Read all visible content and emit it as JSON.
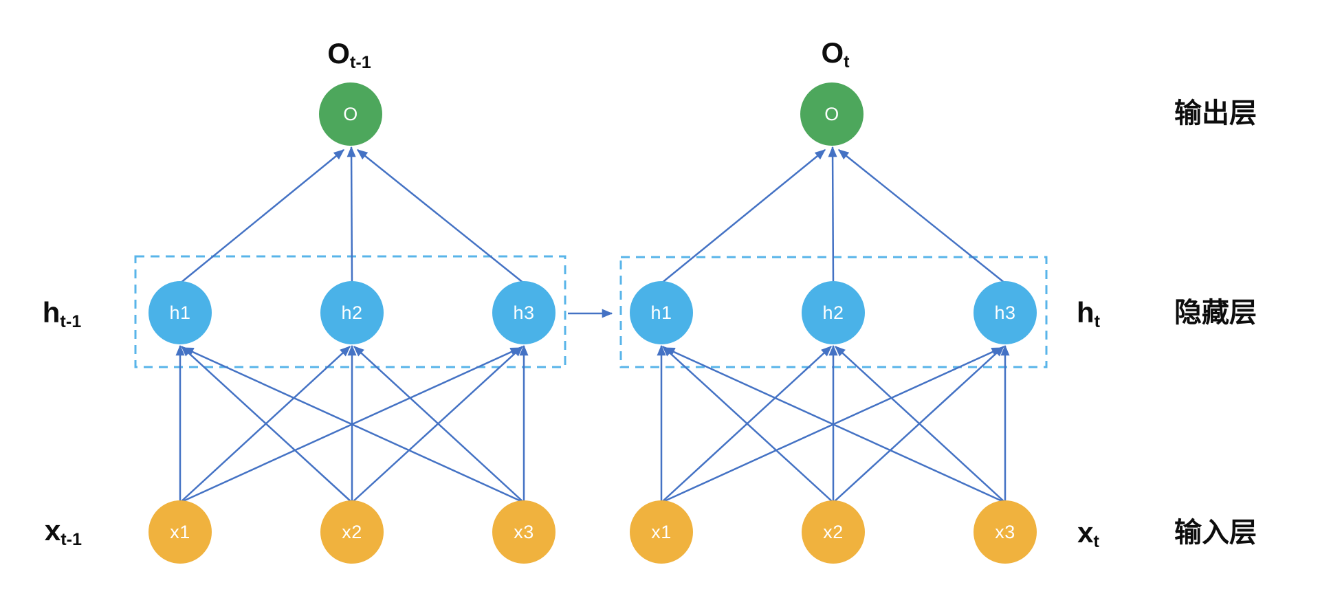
{
  "diagram": {
    "layer_labels": {
      "output": "输出层",
      "hidden": "隐藏层",
      "input": "输入层"
    },
    "time_labels": {
      "left": {
        "output_main": "O",
        "output_sub": "t-1",
        "hidden_main": "h",
        "hidden_sub": "t-1",
        "input_main": "x",
        "input_sub": "t-1"
      },
      "right": {
        "output_main": "O",
        "output_sub": "t",
        "hidden_main": "h",
        "hidden_sub": "t",
        "input_main": "x",
        "input_sub": "t"
      }
    },
    "groups": {
      "left": {
        "output_node": "O",
        "hidden_nodes": [
          "h1",
          "h2",
          "h3"
        ],
        "input_nodes": [
          "x1",
          "x2",
          "x3"
        ]
      },
      "right": {
        "output_node": "O",
        "hidden_nodes": [
          "h1",
          "h2",
          "h3"
        ],
        "input_nodes": [
          "x1",
          "x2",
          "x3"
        ]
      }
    },
    "colors": {
      "output_node_green": "#4DA75C",
      "hidden_node_blue": "#4AB2E8",
      "input_node_yellow": "#F0B23E",
      "edge_blue": "#4472C4",
      "dashed_box_blue": "#58B4E9",
      "label_black": "#0d0d0d"
    }
  }
}
